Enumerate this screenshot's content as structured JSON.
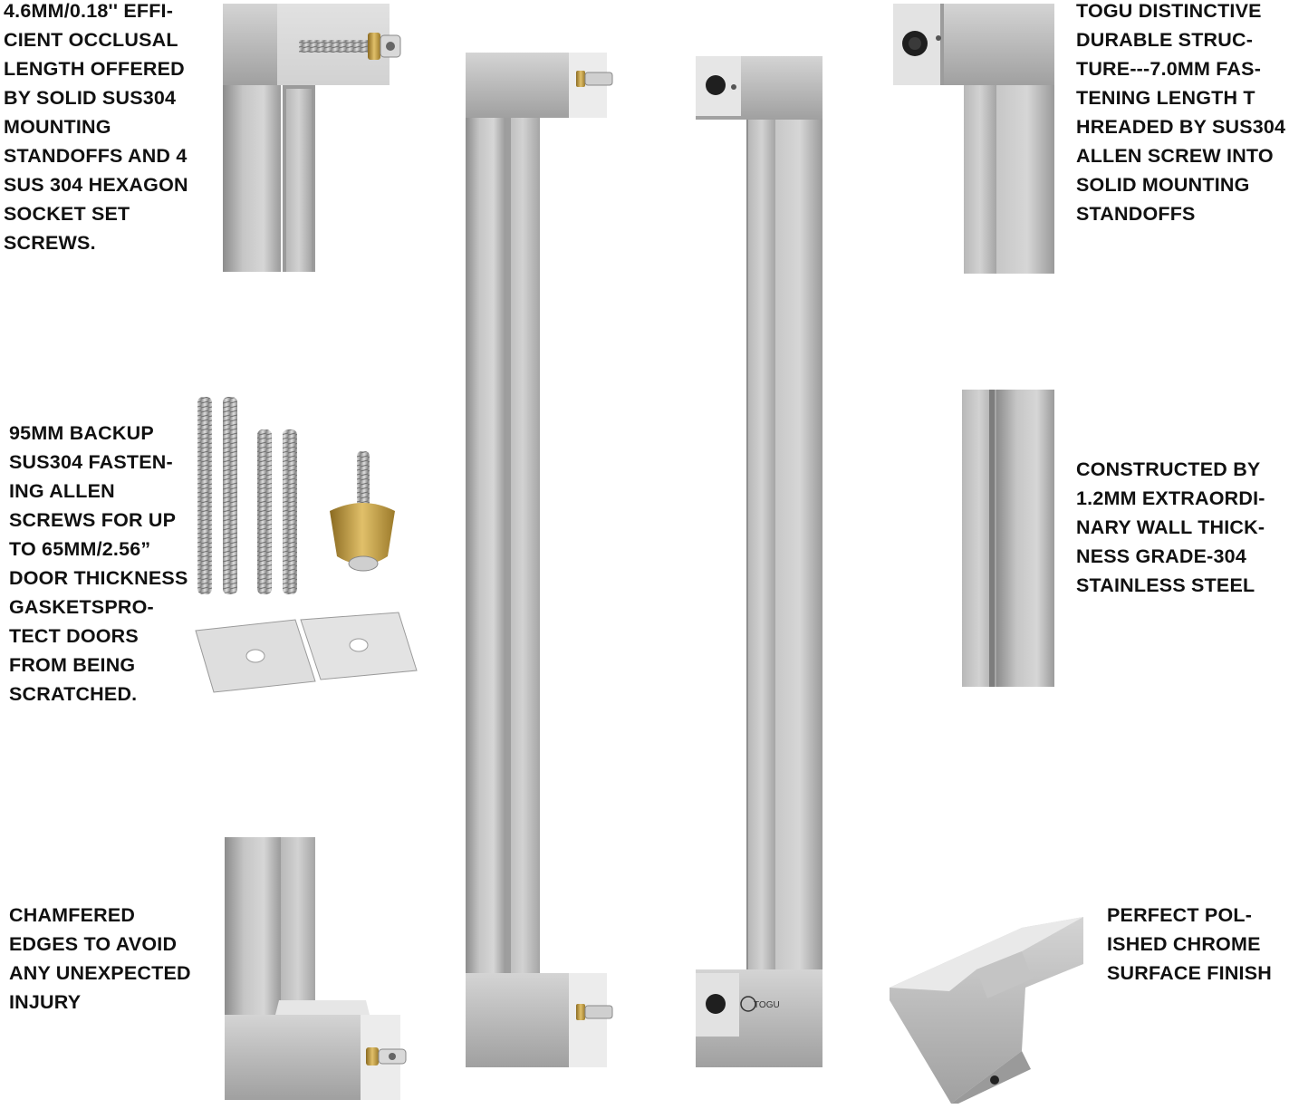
{
  "captions": {
    "occlusal": "4.6MM/0.18'' EFFI-\nCIENT OCCLUSAL\nLENGTH OFFERED\nBY SOLID SUS304\nMOUNTING\nSTANDOFFS AND 4\nSUS 304 HEXAGON\nSOCKET SET\nSCREWS.",
    "structure": "TOGU DISTINCTIVE\nDURABLE STRUC-\nTURE---7.0MM FAS-\nTENING LENGTH T\nHREADED BY SUS304\nALLEN SCREW INTO\nSOLID MOUNTING\nSTANDOFFS",
    "backup": "95MM BACKUP\nSUS304 FASTEN-\nING ALLEN\nSCREWS FOR UP\nTO 65MM/2.56”\nDOOR THICKNESS\nGASKETSPRO-\nTECT DOORS\nFROM BEING\nSCRATCHED.",
    "wall": "CONSTRUCTED BY\n1.2MM EXTRAORDI-\nNARY WALL THICK-\nNESS GRADE-304\nSTAINLESS STEEL",
    "chamfer": "CHAMFERED\nEDGES TO AVOID\nANY UNEXPECTED\nINJURY",
    "finish": "PERFECT POL-\nISHED CHROME\nSURFACE FINISH"
  },
  "brand_logo": "TOGU",
  "colors": {
    "steel_light": "#c9c9c9",
    "steel_mid": "#a9a9a9",
    "steel_dark": "#7f7f7f",
    "brass": "#c9a24a",
    "text": "#111111"
  },
  "icons": {
    "standoff": "brass-standoff-icon",
    "screw": "allen-screw-icon",
    "gasket": "square-gasket-icon"
  }
}
